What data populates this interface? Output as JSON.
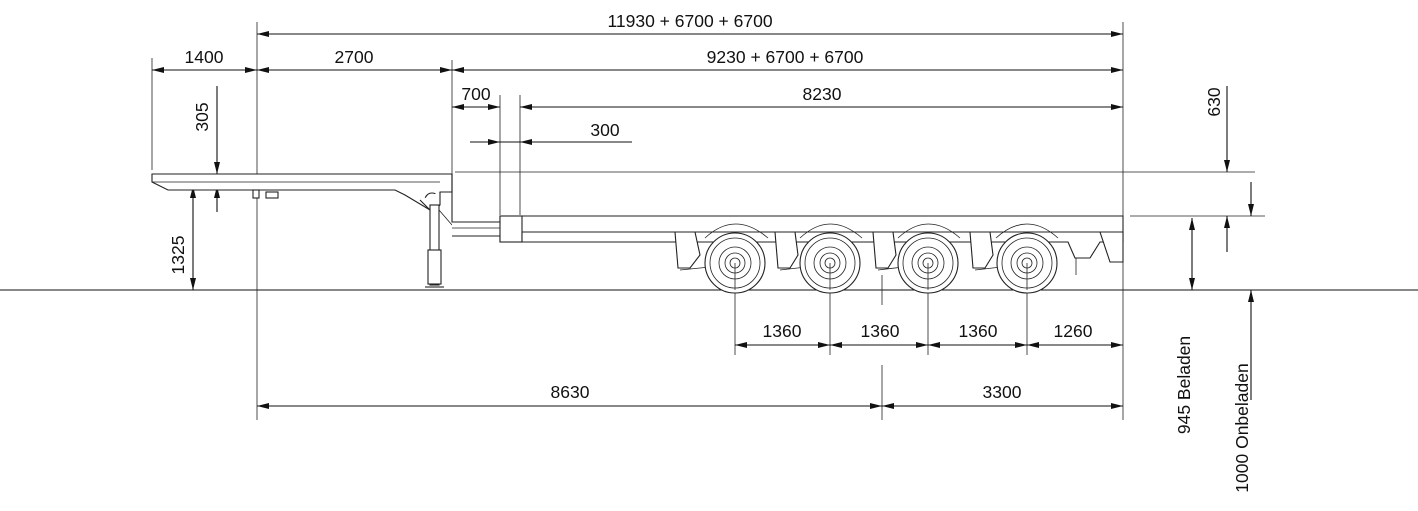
{
  "dimensions": {
    "overall_length": "11930 + 6700 + 6700",
    "front_overhang": "1400",
    "gooseneck_length": "2700",
    "deck_length": "9230 + 6700 + 6700",
    "step_700": "700",
    "deck_8230": "8230",
    "offset_300": "300",
    "gooseneck_height_305": "305",
    "coupling_height": "1325",
    "deck_height_630": "630",
    "axle_spacing_1": "1360",
    "axle_spacing_2": "1360",
    "axle_spacing_3": "1360",
    "rear_overhang": "1260",
    "kingpin_to_axles": "8630",
    "axle_group": "3300",
    "height_loaded": "945 Beladen",
    "height_unloaded": "1000 Onbeladen"
  },
  "colors": {
    "line": "#111111",
    "background": "#ffffff"
  }
}
